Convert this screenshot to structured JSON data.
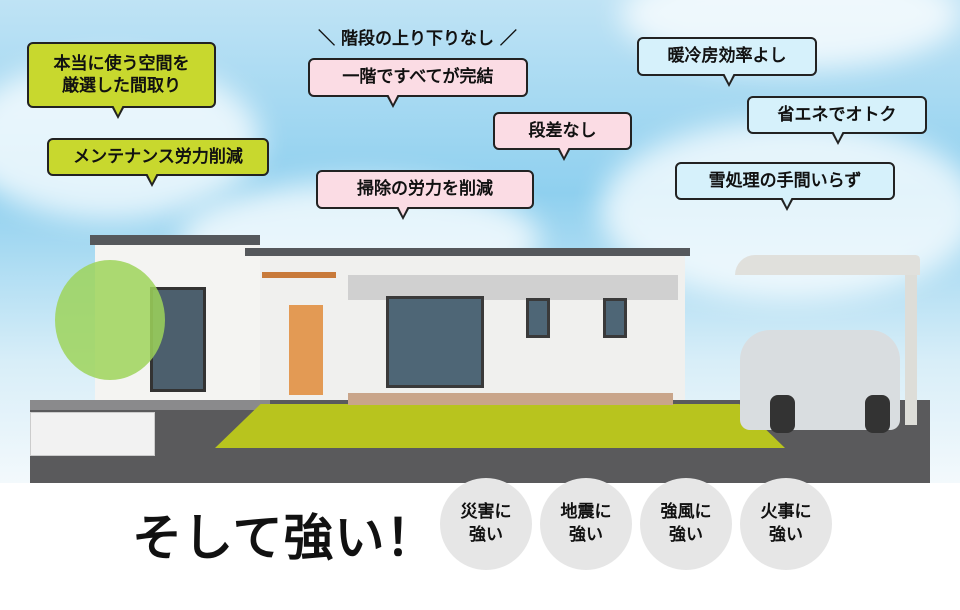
{
  "callouts": {
    "green": [
      "本当に使う空間を\n厳選した間取り",
      "メンテナンス労力削減"
    ],
    "pink_heading": "階段の上り下りなし",
    "pink": [
      "一階ですべてが完結",
      "段差なし",
      "掃除の労力を削減"
    ],
    "blue": [
      "暖冷房効率よし",
      "省エネでオトク",
      "雪処理の手間いらず"
    ]
  },
  "headline": "そして強い！",
  "strengths": [
    "災害に\n強い",
    "地震に\n強い",
    "強風に\n強い",
    "火事に\n強い"
  ],
  "colors": {
    "green": "#c8d82e",
    "pink": "#fbdce4",
    "blue": "#d6f1fb",
    "circle": "#e6e6e6"
  }
}
